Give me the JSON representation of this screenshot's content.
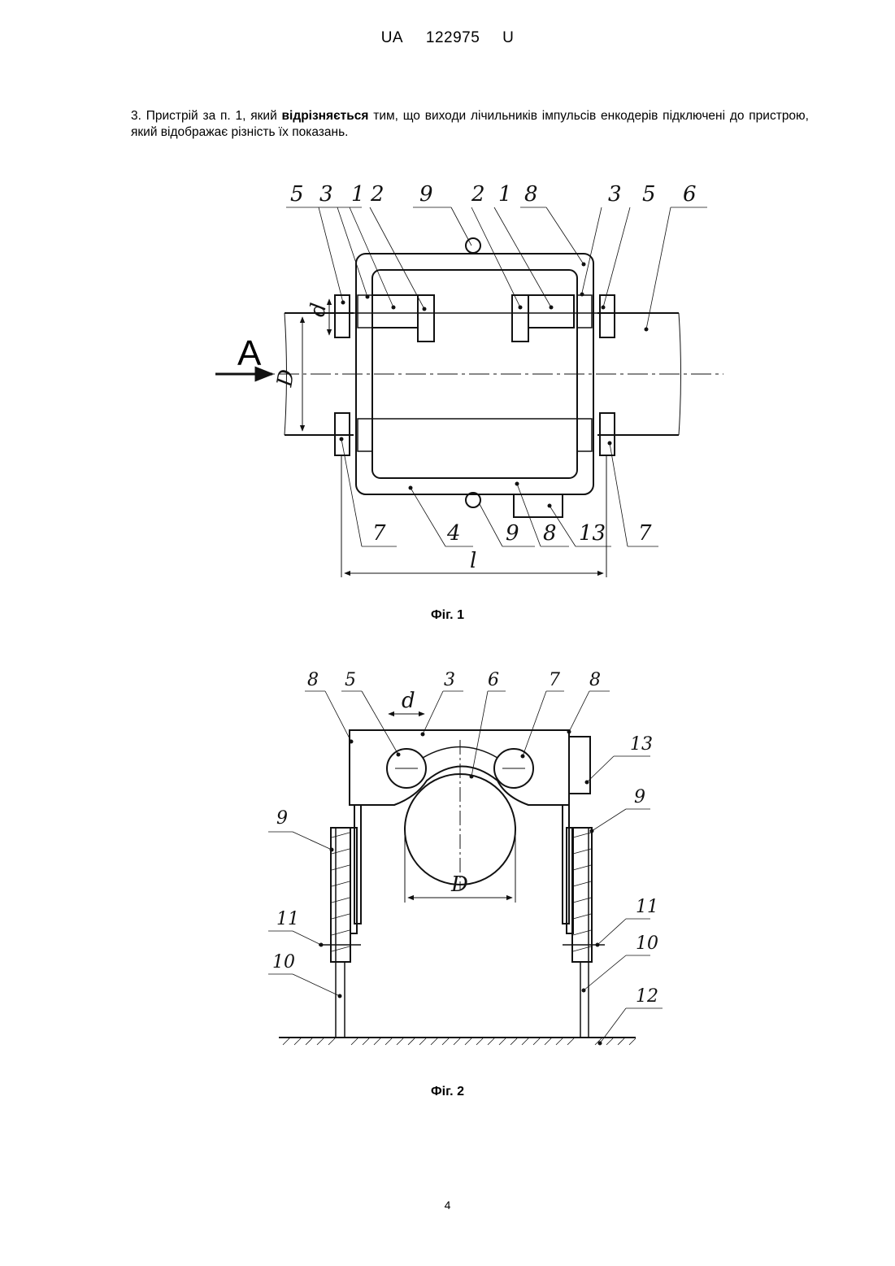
{
  "header": {
    "country": "UA",
    "number": "122975",
    "kind": "U"
  },
  "claim": {
    "prefix": "3. Пристрій за п. 1, який ",
    "bold": "відрізняється",
    "suffix": " тим, що виходи лічильників імпульсів енкодерів підключені до пристрою, який відображає різність їх показань."
  },
  "figure1": {
    "caption": "Фіг. 1",
    "top_labels": [
      "5",
      "3",
      "1",
      "2",
      "9",
      "2",
      "1",
      "8",
      "3",
      "5",
      "6"
    ],
    "bottom_labels": [
      "7",
      "4",
      "9",
      "8",
      "13",
      "7"
    ],
    "dim_d": "d",
    "dim_D": "D",
    "dim_l": "l",
    "arrow_label": "A"
  },
  "figure2": {
    "caption": "Фіг. 2",
    "top_labels": [
      "8",
      "5",
      "3",
      "6",
      "7",
      "8"
    ],
    "side_labels": [
      "13",
      "9",
      "9",
      "11",
      "11",
      "10",
      "10",
      "12"
    ],
    "dim_d": "d",
    "dim_D": "D"
  },
  "page_number": "4"
}
